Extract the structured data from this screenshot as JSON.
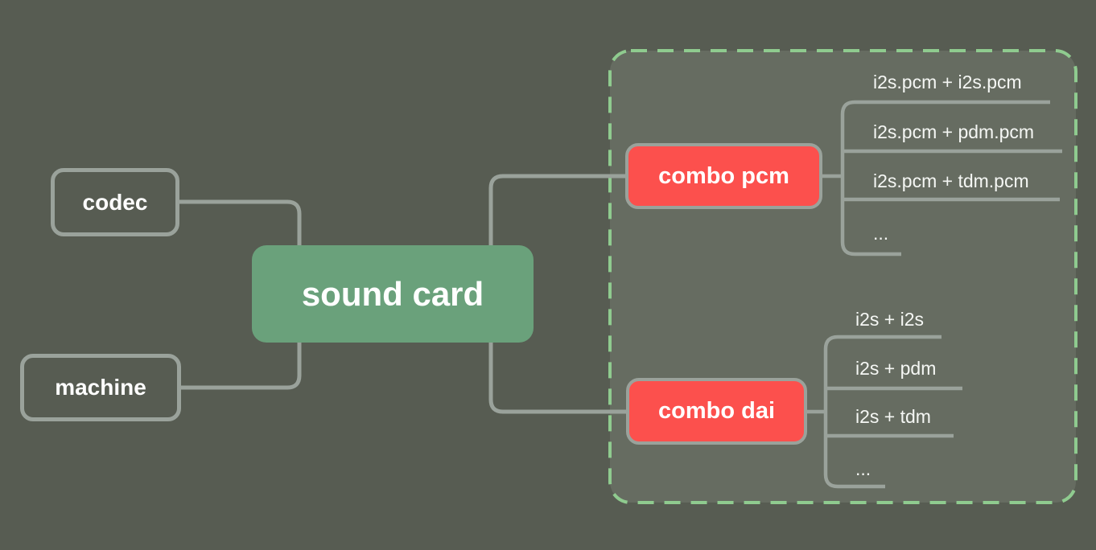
{
  "colors": {
    "background": "#575c52",
    "container_fill": "#666c61",
    "container_border": "#8fcb8f",
    "line": "#9aa29b",
    "root_fill": "#6aa17b",
    "combo_fill": "#fc504d",
    "text": "#ffffff",
    "leaf_text": "#f5f7f4"
  },
  "diagram": {
    "root": {
      "label": "sound card"
    },
    "left_nodes": [
      {
        "label": "codec"
      },
      {
        "label": "machine"
      }
    ],
    "groups": [
      {
        "label": "combo pcm",
        "leaves": [
          "i2s.pcm + i2s.pcm",
          "i2s.pcm + pdm.pcm",
          "i2s.pcm + tdm.pcm",
          "..."
        ]
      },
      {
        "label": "combo dai",
        "leaves": [
          "i2s + i2s",
          "i2s + pdm",
          "i2s + tdm",
          "..."
        ]
      }
    ]
  }
}
